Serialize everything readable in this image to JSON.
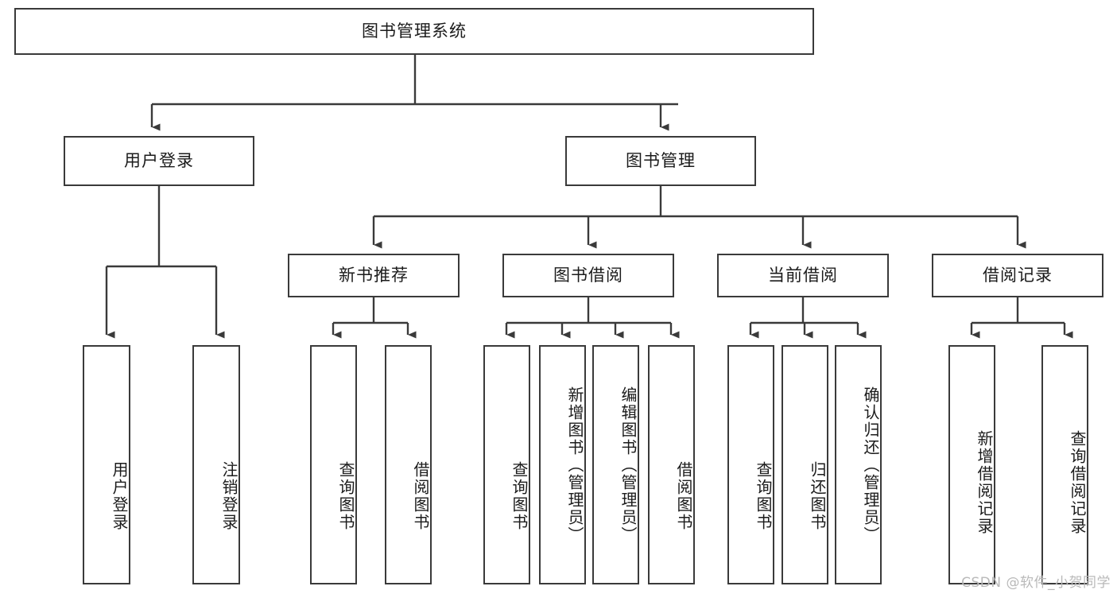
{
  "diagram": {
    "title": "图书管理系统",
    "type": "tree-hierarchy-chart",
    "colors": {
      "box_border": "#3a3a3a",
      "connector": "#3a3a3a",
      "background": "#ffffff",
      "text": "#1b1b1b",
      "watermark": "#b9b9b9"
    },
    "root": {
      "label": "图书管理系统"
    },
    "level2": [
      {
        "label": "用户登录"
      },
      {
        "label": "图书管理"
      }
    ],
    "level3": [
      {
        "label": "新书推荐"
      },
      {
        "label": "图书借阅"
      },
      {
        "label": "当前借阅"
      },
      {
        "label": "借阅记录"
      }
    ],
    "leaves": {
      "user_login": [
        {
          "label": "用户登录"
        },
        {
          "label": "注销登录"
        }
      ],
      "new_book_recommend": [
        {
          "label": "查询图书"
        },
        {
          "label": "借阅图书"
        }
      ],
      "book_borrow": [
        {
          "label": "查询图书"
        },
        {
          "label": "新增图书（管理员）"
        },
        {
          "label": "编辑图书（管理员）"
        },
        {
          "label": "借阅图书"
        }
      ],
      "current_borrow": [
        {
          "label": "查询图书"
        },
        {
          "label": "归还图书"
        },
        {
          "label": "确认归还（管理员）"
        }
      ],
      "borrow_record": [
        {
          "label": "新增借阅记录"
        },
        {
          "label": "查询借阅记录"
        }
      ]
    }
  },
  "watermark": {
    "text": "CSDN @软件_小贺同学"
  }
}
